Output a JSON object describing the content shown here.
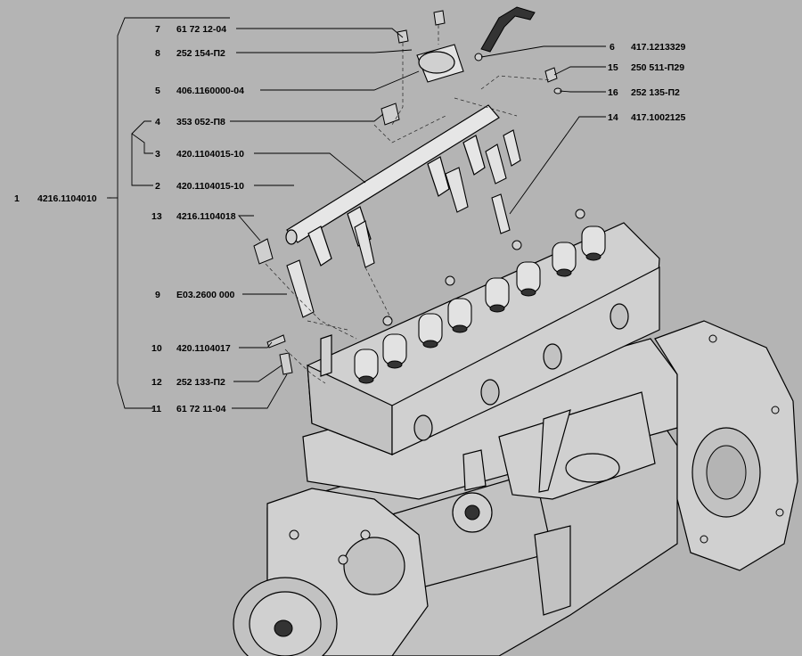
{
  "title": "",
  "callouts": [
    {
      "num": "7",
      "code": "61 72 12-04"
    },
    {
      "num": "8",
      "code": "252 154-П2"
    },
    {
      "num": "5",
      "code": "406.1160000-04"
    },
    {
      "num": "4",
      "code": "353 052-П8"
    },
    {
      "num": "3",
      "code": "420.1104015-10"
    },
    {
      "num": "2",
      "code": "420.1104015-10"
    },
    {
      "num": "1",
      "code": "4216.1104010"
    },
    {
      "num": "13",
      "code": "4216.1104018"
    },
    {
      "num": "9",
      "code": "Е03.2600 000"
    },
    {
      "num": "10",
      "code": "420.1104017"
    },
    {
      "num": "12",
      "code": "252 133-П2"
    },
    {
      "num": "11",
      "code": "61 72 11-04"
    },
    {
      "num": "6",
      "code": "417.1213329"
    },
    {
      "num": "15",
      "code": "250 511-П29"
    },
    {
      "num": "16",
      "code": "252 135-П2"
    },
    {
      "num": "14",
      "code": "417.1002125"
    }
  ],
  "colors": {
    "background": "#b4b4b4",
    "ink": "#000000"
  }
}
